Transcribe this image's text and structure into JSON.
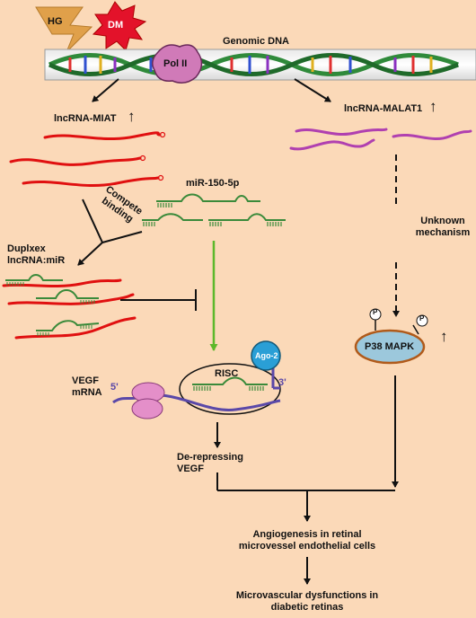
{
  "diagram": {
    "inputs": {
      "hg": "HG",
      "dm": "DM"
    },
    "genomic_dna": "Genomic DNA",
    "pol2": "Pol II",
    "left_branch": {
      "lncrna": "lncRNA-MIAT",
      "arrow_up": "↑",
      "compete_binding": [
        "Compete",
        "binding"
      ],
      "duplex": [
        "Duplxex",
        "lncRNA:miR"
      ],
      "mirna": "miR-150-5p",
      "risc": "RISC",
      "ago2": "Ago-2",
      "vegf_mrna": [
        "VEGF",
        "mRNA"
      ],
      "five_prime": "5'",
      "three_prime": "3'",
      "derepress": [
        "De-repressing",
        "VEGF"
      ]
    },
    "right_branch": {
      "lncrna": "lncRNA-MALAT1",
      "arrow_up": "↑",
      "unknown": [
        "Unknown",
        "mechanism"
      ],
      "p38": "P38 MAPK",
      "phospho": "P",
      "p38_up": "↑"
    },
    "outcome": {
      "angio": [
        "Angiogenesis in retinal",
        "microvessel endothelial cells"
      ],
      "dysfunction": [
        "Microvascular dysfunctions in",
        "diabetic retinas"
      ]
    },
    "colors": {
      "background": "#fbd9b8",
      "miat_rna": "#e01010",
      "malat1_rna": "#b040b0",
      "mirna": "#3a8a3a",
      "inhibit_arrow": "#5cb82a",
      "pol2": "#d07ab8",
      "p38": "#9cc8dc",
      "ago2": "#2a9fd6",
      "ribosome": "#e48fc9",
      "mrna": "#5a48a8",
      "dna_helix": "#2f8a3a",
      "dm_burst": "#e3122a",
      "hg_bolt": "#e0a04a"
    }
  }
}
